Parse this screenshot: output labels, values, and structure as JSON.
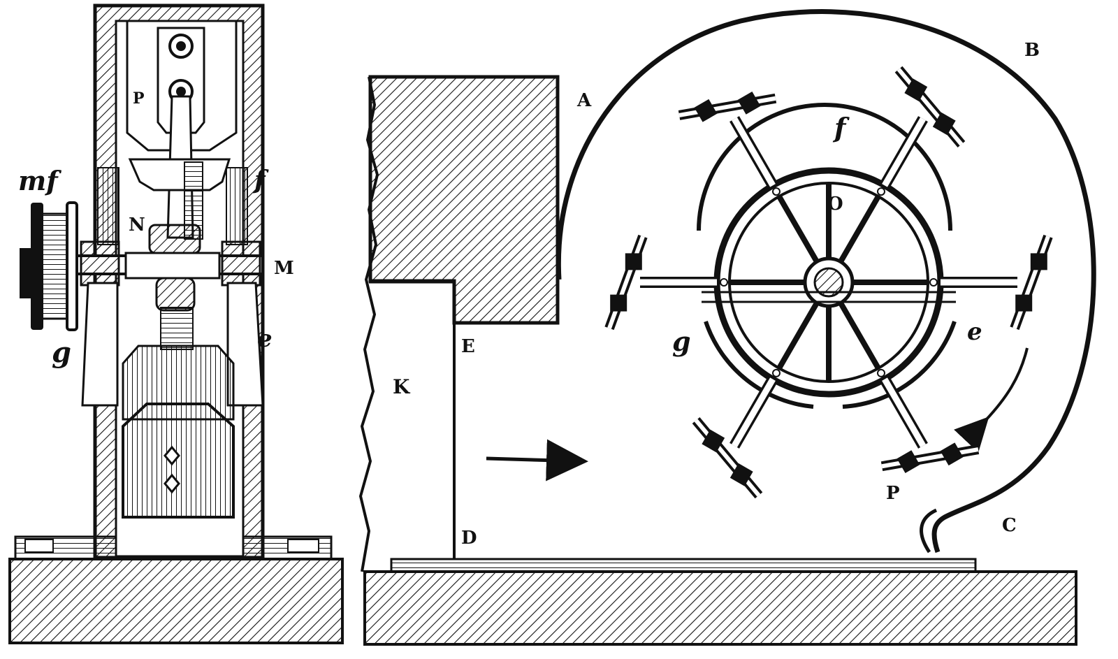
{
  "figure": {
    "ink_color": "#111111",
    "paper_color": "#ffffff",
    "front_view": {
      "labels": {
        "p": "P",
        "n": "N",
        "m": "M",
        "mf": "mf",
        "f_right": "f",
        "g": "g",
        "e": "e"
      }
    },
    "side_view": {
      "labels": {
        "a": "A",
        "b": "B",
        "c": "C",
        "d": "D",
        "e_upper": "E",
        "k": "K",
        "o": "O",
        "f": "f",
        "g": "g",
        "e": "e",
        "p": "P"
      },
      "arrows": [
        "flow-arrow-left",
        "rotation-arrow-clockwise"
      ]
    }
  }
}
